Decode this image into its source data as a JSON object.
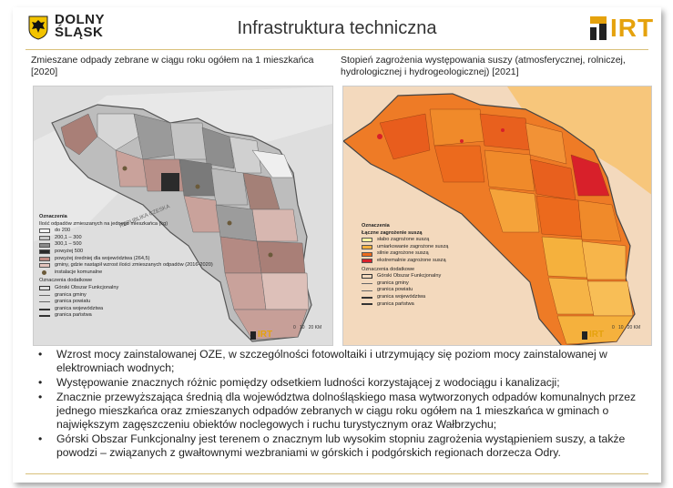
{
  "header": {
    "brand_line1": "DOLNY",
    "brand_line2": "ŚLĄSK",
    "title": "Infrastruktura techniczna",
    "logo_text": "IRT"
  },
  "map_left": {
    "title": "Zmieszane odpady zebrane w ciągu roku ogółem na 1 mieszkańca [2020]",
    "legend_head": "Oznaczenia",
    "legend_sub": "Ilość odpadów zmieszanych na jednego mieszkańca (kg)",
    "classes": [
      {
        "label": "do 200",
        "color": "#f2f2f2"
      },
      {
        "label": "200,1 – 300",
        "color": "#c9c9c9"
      },
      {
        "label": "300,1 – 500",
        "color": "#8a8a8a"
      },
      {
        "label": "powyżej 500",
        "color": "#2b2b2b"
      }
    ],
    "extra": [
      {
        "label": "powyżej średniej dla województwa (264,5)",
        "color": "#c08b83"
      },
      {
        "label": "gminy, gdzie nastąpił wzrost ilości zmieszanych odpadów (2016-2020)",
        "color": "#e3c4bd"
      },
      {
        "label": "instalacje komunalne",
        "color": "#6b5a3a"
      }
    ],
    "additional_head": "Oznaczenia dodatkowe",
    "additional": [
      {
        "label": "Górski Obszar Funkcjonalny"
      },
      {
        "label": "granica gminy"
      },
      {
        "label": "granica powiatu"
      },
      {
        "label": "granica województwa"
      },
      {
        "label": "granica państwa"
      }
    ],
    "scale_labels": [
      "0",
      "10",
      "20 KM"
    ],
    "country_label": "REPUBLIKA CZESKA",
    "logo_text": "IRT"
  },
  "map_right": {
    "title": "Stopień zagrożenia występowania suszy (atmosferycznej, rolniczej, hydrologicznej i hydrogeologicznej) [2021]",
    "legend_head": "Oznaczenia",
    "legend_sub": "Łączne zagrożenie suszą",
    "classes": [
      {
        "label": "słabo zagrożone suszą",
        "color": "#fff6a0"
      },
      {
        "label": "umiarkowanie zagrożone suszą",
        "color": "#f5b13d"
      },
      {
        "label": "silnie zagrożone suszą",
        "color": "#ec6a1d"
      },
      {
        "label": "ekstremalnie zagrożone suszą",
        "color": "#d8202a"
      }
    ],
    "additional_head": "Oznaczenia dodatkowe",
    "additional": [
      {
        "label": "Górski Obszar Funkcjonalny"
      },
      {
        "label": "granica gminy"
      },
      {
        "label": "granica powiatu"
      },
      {
        "label": "granica województwa"
      },
      {
        "label": "granica państwa"
      }
    ],
    "scale_labels": [
      "0",
      "10",
      "20 KM"
    ],
    "logo_text": "IRT"
  },
  "bullets": [
    "Wzrost mocy zainstalowanej OZE, w szczególności fotowoltaiki i utrzymujący się poziom mocy zainstalowanej w elektrowniach wodnych;",
    "Występowanie znacznych różnic pomiędzy odsetkiem ludności korzystającej z wodociągu i kanalizacji;",
    "Znacznie przewyższająca średnią dla województwa dolnośląskiego masa wytworzonych odpadów komunalnych przez jednego mieszkańca oraz zmieszanych odpadów zebranych w ciągu roku ogółem na 1 mieszkańca w gminach o największym zagęszczeniu obiektów noclegowych i ruchu turystycznym oraz Wałbrzychu;",
    "Górski Obszar Funkcjonalny jest terenem o znacznym lub wysokim stopniu zagrożenia wystąpieniem suszy, a także powodzi – związanych z gwałtownymi wezbraniami w górskich i podgórskich regionach dorzecza Odry."
  ]
}
